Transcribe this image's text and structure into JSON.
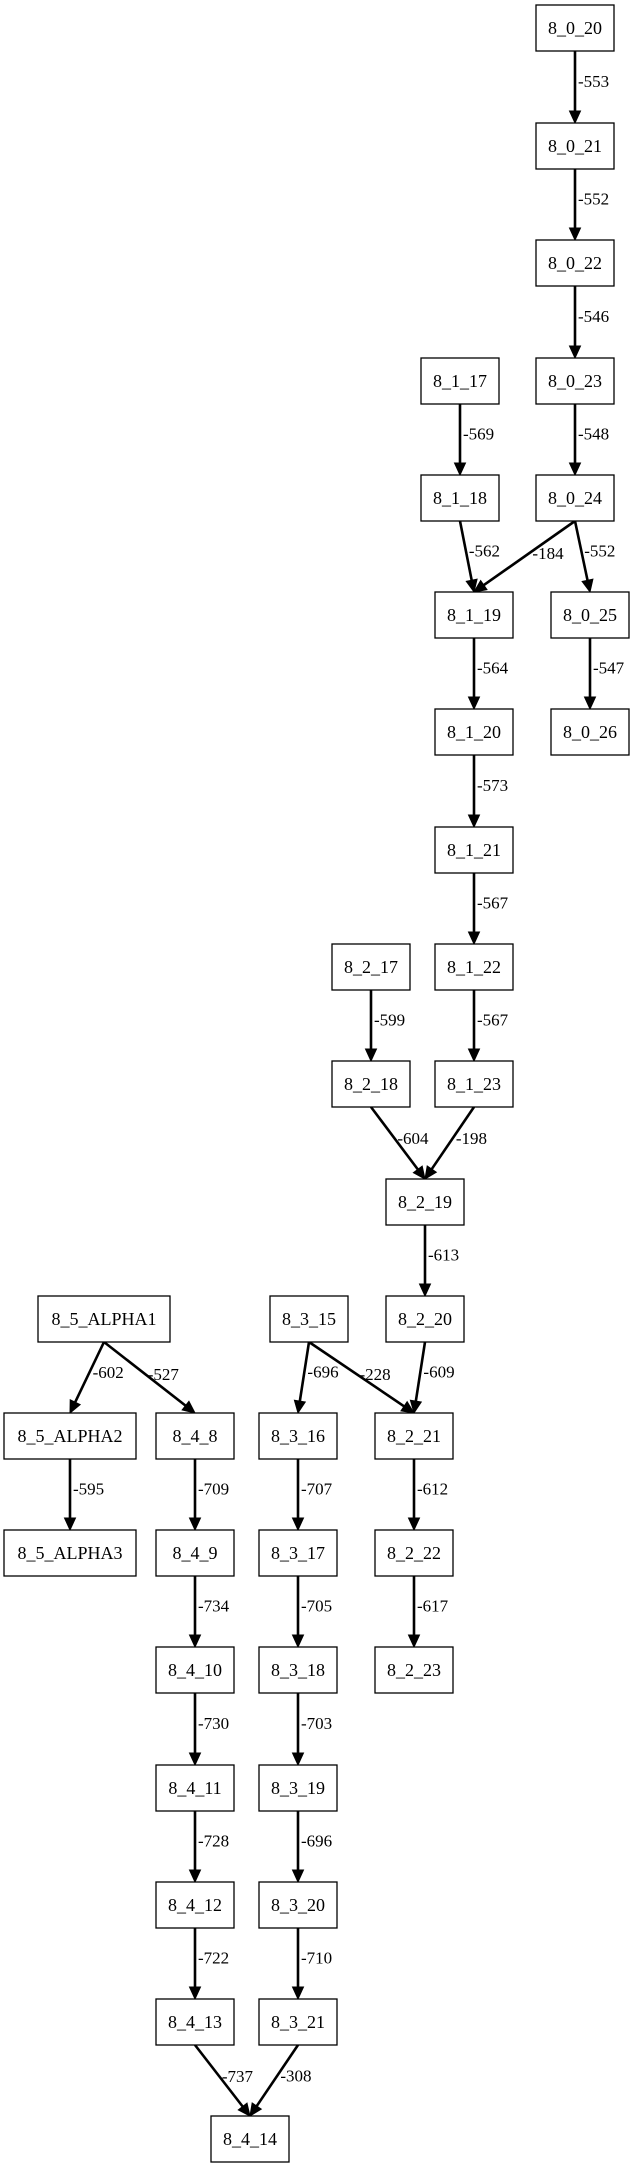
{
  "diagram": {
    "type": "directed-graph",
    "nodes": [
      {
        "id": "8_0_20",
        "label": "8_0_20"
      },
      {
        "id": "8_0_21",
        "label": "8_0_21"
      },
      {
        "id": "8_0_22",
        "label": "8_0_22"
      },
      {
        "id": "8_0_23",
        "label": "8_0_23"
      },
      {
        "id": "8_0_24",
        "label": "8_0_24"
      },
      {
        "id": "8_0_25",
        "label": "8_0_25"
      },
      {
        "id": "8_0_26",
        "label": "8_0_26"
      },
      {
        "id": "8_1_17",
        "label": "8_1_17"
      },
      {
        "id": "8_1_18",
        "label": "8_1_18"
      },
      {
        "id": "8_1_19",
        "label": "8_1_19"
      },
      {
        "id": "8_1_20",
        "label": "8_1_20"
      },
      {
        "id": "8_1_21",
        "label": "8_1_21"
      },
      {
        "id": "8_1_22",
        "label": "8_1_22"
      },
      {
        "id": "8_1_23",
        "label": "8_1_23"
      },
      {
        "id": "8_2_17",
        "label": "8_2_17"
      },
      {
        "id": "8_2_18",
        "label": "8_2_18"
      },
      {
        "id": "8_2_19",
        "label": "8_2_19"
      },
      {
        "id": "8_2_20",
        "label": "8_2_20"
      },
      {
        "id": "8_2_21",
        "label": "8_2_21"
      },
      {
        "id": "8_2_22",
        "label": "8_2_22"
      },
      {
        "id": "8_2_23",
        "label": "8_2_23"
      },
      {
        "id": "8_3_15",
        "label": "8_3_15"
      },
      {
        "id": "8_3_16",
        "label": "8_3_16"
      },
      {
        "id": "8_3_17",
        "label": "8_3_17"
      },
      {
        "id": "8_3_18",
        "label": "8_3_18"
      },
      {
        "id": "8_3_19",
        "label": "8_3_19"
      },
      {
        "id": "8_3_20",
        "label": "8_3_20"
      },
      {
        "id": "8_3_21",
        "label": "8_3_21"
      },
      {
        "id": "8_5_ALPHA1",
        "label": "8_5_ALPHA1"
      },
      {
        "id": "8_5_ALPHA2",
        "label": "8_5_ALPHA2"
      },
      {
        "id": "8_5_ALPHA3",
        "label": "8_5_ALPHA3"
      },
      {
        "id": "8_4_8",
        "label": "8_4_8"
      },
      {
        "id": "8_4_9",
        "label": "8_4_9"
      },
      {
        "id": "8_4_10",
        "label": "8_4_10"
      },
      {
        "id": "8_4_11",
        "label": "8_4_11"
      },
      {
        "id": "8_4_12",
        "label": "8_4_12"
      },
      {
        "id": "8_4_13",
        "label": "8_4_13"
      },
      {
        "id": "8_4_14",
        "label": "8_4_14"
      }
    ],
    "edges": [
      {
        "from": "8_0_20",
        "to": "8_0_21",
        "label": "-553"
      },
      {
        "from": "8_0_21",
        "to": "8_0_22",
        "label": "-552"
      },
      {
        "from": "8_0_22",
        "to": "8_0_23",
        "label": "-546"
      },
      {
        "from": "8_0_23",
        "to": "8_0_24",
        "label": "-548"
      },
      {
        "from": "8_0_24",
        "to": "8_1_19",
        "label": "-184"
      },
      {
        "from": "8_0_24",
        "to": "8_0_25",
        "label": "-552"
      },
      {
        "from": "8_0_25",
        "to": "8_0_26",
        "label": "-547"
      },
      {
        "from": "8_1_17",
        "to": "8_1_18",
        "label": "-569"
      },
      {
        "from": "8_1_18",
        "to": "8_1_19",
        "label": "-562"
      },
      {
        "from": "8_1_19",
        "to": "8_1_20",
        "label": "-564"
      },
      {
        "from": "8_1_20",
        "to": "8_1_21",
        "label": "-573"
      },
      {
        "from": "8_1_21",
        "to": "8_1_22",
        "label": "-567"
      },
      {
        "from": "8_1_22",
        "to": "8_1_23",
        "label": "-567"
      },
      {
        "from": "8_2_17",
        "to": "8_2_18",
        "label": "-599"
      },
      {
        "from": "8_2_18",
        "to": "8_2_19",
        "label": "-604"
      },
      {
        "from": "8_1_23",
        "to": "8_2_19",
        "label": "-198"
      },
      {
        "from": "8_2_19",
        "to": "8_2_20",
        "label": "-613"
      },
      {
        "from": "8_2_20",
        "to": "8_2_21",
        "label": "-609"
      },
      {
        "from": "8_3_15",
        "to": "8_2_21",
        "label": "-228"
      },
      {
        "from": "8_3_15",
        "to": "8_3_16",
        "label": "-696"
      },
      {
        "from": "8_2_21",
        "to": "8_2_22",
        "label": "-612"
      },
      {
        "from": "8_2_22",
        "to": "8_2_23",
        "label": "-617"
      },
      {
        "from": "8_3_16",
        "to": "8_3_17",
        "label": "-707"
      },
      {
        "from": "8_3_17",
        "to": "8_3_18",
        "label": "-705"
      },
      {
        "from": "8_3_18",
        "to": "8_3_19",
        "label": "-703"
      },
      {
        "from": "8_3_19",
        "to": "8_3_20",
        "label": "-696"
      },
      {
        "from": "8_3_20",
        "to": "8_3_21",
        "label": "-710"
      },
      {
        "from": "8_3_21",
        "to": "8_4_14",
        "label": "-308"
      },
      {
        "from": "8_5_ALPHA1",
        "to": "8_5_ALPHA2",
        "label": "-602"
      },
      {
        "from": "8_5_ALPHA1",
        "to": "8_4_8",
        "label": "-527"
      },
      {
        "from": "8_5_ALPHA2",
        "to": "8_5_ALPHA3",
        "label": "-595"
      },
      {
        "from": "8_4_8",
        "to": "8_4_9",
        "label": "-709"
      },
      {
        "from": "8_4_9",
        "to": "8_4_10",
        "label": "-734"
      },
      {
        "from": "8_4_10",
        "to": "8_4_11",
        "label": "-730"
      },
      {
        "from": "8_4_11",
        "to": "8_4_12",
        "label": "-728"
      },
      {
        "from": "8_4_12",
        "to": "8_4_13",
        "label": "-722"
      },
      {
        "from": "8_4_13",
        "to": "8_4_14",
        "label": "-737"
      }
    ]
  }
}
